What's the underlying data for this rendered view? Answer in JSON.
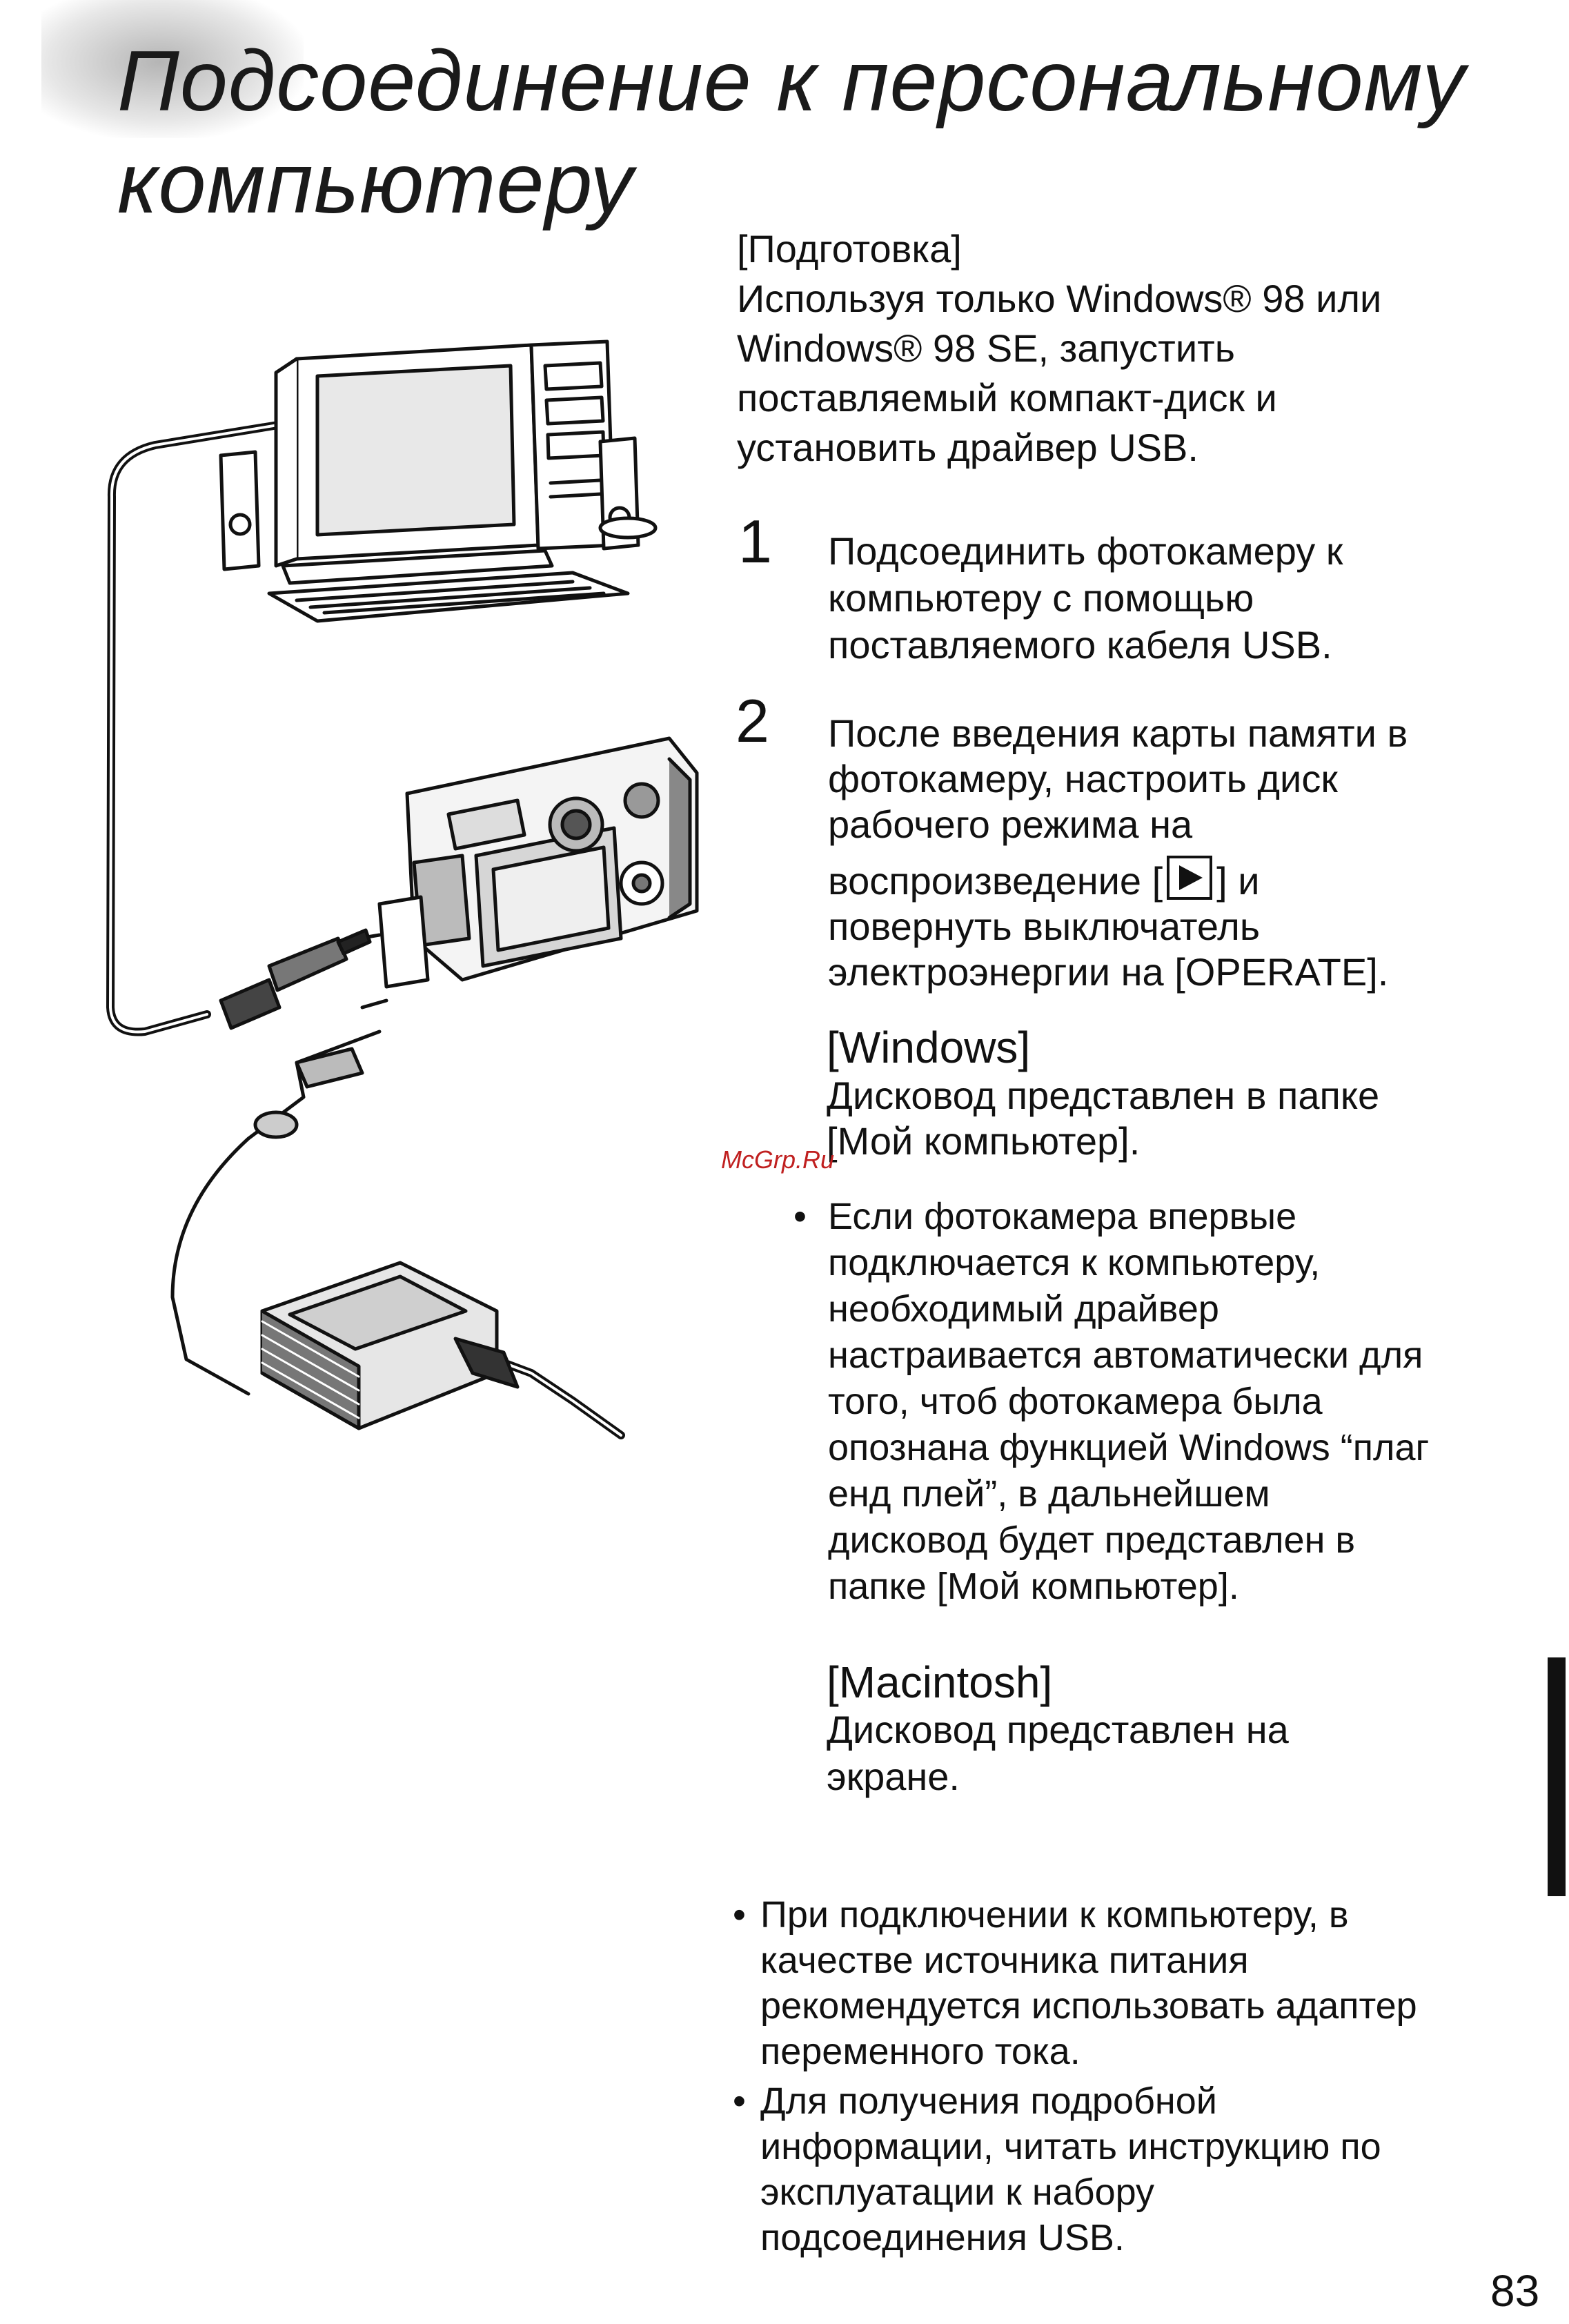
{
  "title": {
    "line1": "Подсоединение к персональному",
    "line2": "компьютеру"
  },
  "preparation": {
    "heading": "[Подготовка]",
    "lines": [
      "Используя только Windows® 98 или",
      "Windows® 98 SE, запустить",
      "поставляемый компакт-диск и",
      "установить драйвер USB."
    ]
  },
  "steps": [
    {
      "number": "1",
      "lines": [
        "Подсоединить фотокамеру к",
        "компьютеру с помощью",
        "поставляемого кабеля USB."
      ]
    },
    {
      "number": "2",
      "lines": [
        "После введения карты памяти в",
        "фотокамеру, настроить диск",
        "рабочего режима на"
      ],
      "play_before": "воспроизведение [",
      "play_after": "] и",
      "lines_after": [
        "повернуть выключатель",
        "электроэнергии на [OPERATE]."
      ]
    }
  ],
  "windows": {
    "heading": "[Windows]",
    "lines": [
      "Дисковод представлен в папке",
      "[Мой компьютер]."
    ],
    "bullet": "•",
    "bullet_lines": [
      "Если фотокамера впервые",
      "подключается к компьютеру,",
      "необходимый драйвер",
      "настраивается автоматически для",
      "того, чтоб фотокамера была",
      "опознана функцией Windows “плаг",
      "енд плей”, в дальнейшем",
      "дисковод будет представлен в",
      "папке [Мой компьютер]."
    ]
  },
  "macintosh": {
    "heading": "[Macintosh]",
    "lines": [
      "Дисковод представлен на",
      "экране."
    ]
  },
  "notes": [
    {
      "bullet": "•",
      "lines": [
        "При подключении к компьютеру, в",
        "качестве источника питания",
        "рекомендуется использовать адаптер",
        "переменного тока."
      ]
    },
    {
      "bullet": "•",
      "lines": [
        "Для получения подробной",
        "информации, читать инструкцию по",
        "эксплуатации к набору",
        "подсоединения USB."
      ]
    }
  ],
  "watermark": "McGrp.Ru",
  "page_number": "83"
}
